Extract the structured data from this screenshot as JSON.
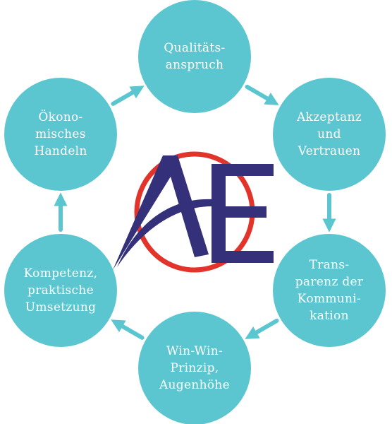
{
  "colors": {
    "node_fill": "#5cc6d0",
    "node_text": "#ffffff",
    "arrow": "#5cc6d0",
    "logo_ring": "#e2342b",
    "logo_letters": "#35307a"
  },
  "logo": {
    "text": "AE",
    "icon": "ae-monogram-logo"
  },
  "nodes": [
    {
      "id": "qualitaetsanspruch",
      "lines": [
        "Qualitäts-",
        "anspruch"
      ]
    },
    {
      "id": "akzeptanz-vertrauen",
      "lines": [
        "Akzeptanz",
        "und",
        "Vertrauen"
      ]
    },
    {
      "id": "transparenz-kommunikation",
      "lines": [
        "Trans-",
        "parenz der",
        "Kommuni-",
        "kation"
      ]
    },
    {
      "id": "win-win-prinzip",
      "lines": [
        "Win-Win-",
        "Prinzip,",
        "Augenhöhe"
      ]
    },
    {
      "id": "kompetenz-umsetzung",
      "lines": [
        "Kompetenz,",
        "praktische",
        "Umsetzung"
      ]
    },
    {
      "id": "oekonomisches-handeln",
      "lines": [
        "Ökono-",
        "misches",
        "Handeln"
      ]
    }
  ]
}
